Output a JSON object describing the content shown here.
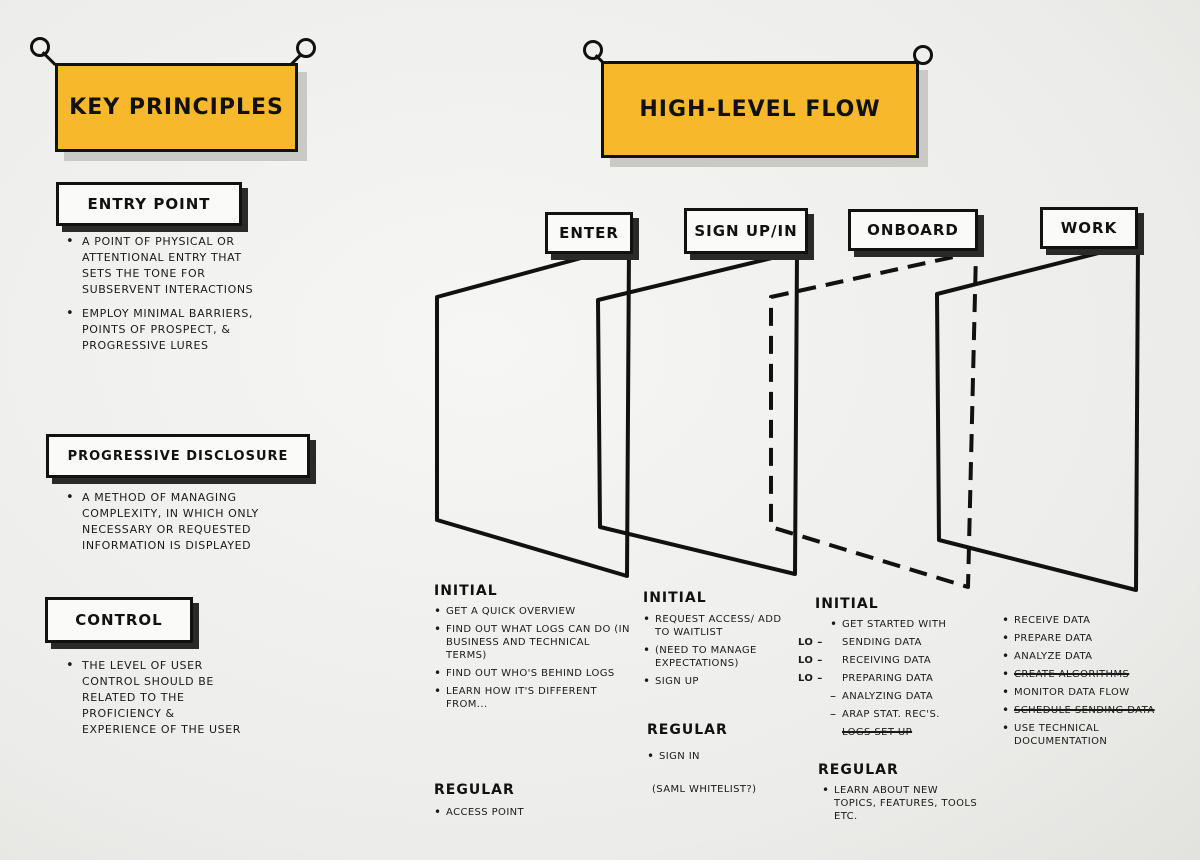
{
  "signs": {
    "key_principles": "Key Principles",
    "high_level_flow": "High-Level Flow"
  },
  "principles": [
    {
      "heading": "Entry Point",
      "bullets": [
        "A point of physical or attentional entry that sets the tone for subservent interactions",
        "Employ minimal barriers, points of prospect, & progressive lures"
      ]
    },
    {
      "heading": "Progressive Disclosure",
      "bullets": [
        "A method of managing complexity, in which only necessary or requested information is displayed"
      ]
    },
    {
      "heading": "Control",
      "bullets": [
        "The level of user control should be related to the proficiency & experience of the user"
      ]
    }
  ],
  "stages": [
    "Enter",
    "Sign up/in",
    "Onboard",
    "Work"
  ],
  "columns": {
    "enter": {
      "initial_heading": "Initial",
      "initial_items": [
        "Get a quick overview",
        "Find out what LOGs can do (in business and technical terms)",
        "Find out who's behind LOGs",
        "Learn how it's different from..."
      ],
      "regular_heading": "Regular",
      "regular_items": [
        "Access point"
      ]
    },
    "signup": {
      "initial_heading": "Initial",
      "initial_items": [
        "Request access/ add to waitlist",
        "(Need to manage expectations)",
        "Sign up"
      ],
      "regular_heading": "Regular",
      "regular_items": [
        "Sign in"
      ],
      "note": "(SAML whitelist?)"
    },
    "onboard": {
      "initial_heading": "Initial",
      "first_item": "Get started with",
      "lo_items": [
        "Sending data",
        "Receiving data",
        "Preparing data"
      ],
      "dash_items": [
        "Analyzing data",
        "ARAP stat. rec's."
      ],
      "struck_item": "LOGs set up",
      "regular_heading": "Regular",
      "regular_items": [
        "Learn about new topics, features, tools etc."
      ]
    },
    "work": {
      "items": [
        "Receive data",
        "Prepare data",
        "Analyze data"
      ],
      "struck_1": "Create algorithms",
      "item_4": "Monitor data flow",
      "struck_2": "Schedule sending data",
      "item_6": "Use technical documentation"
    }
  },
  "colors": {
    "sign_yellow": "#f7b92b",
    "ink": "#111111",
    "paper": "#f2f2f0"
  },
  "icons": [
    "pushpin-icon"
  ]
}
